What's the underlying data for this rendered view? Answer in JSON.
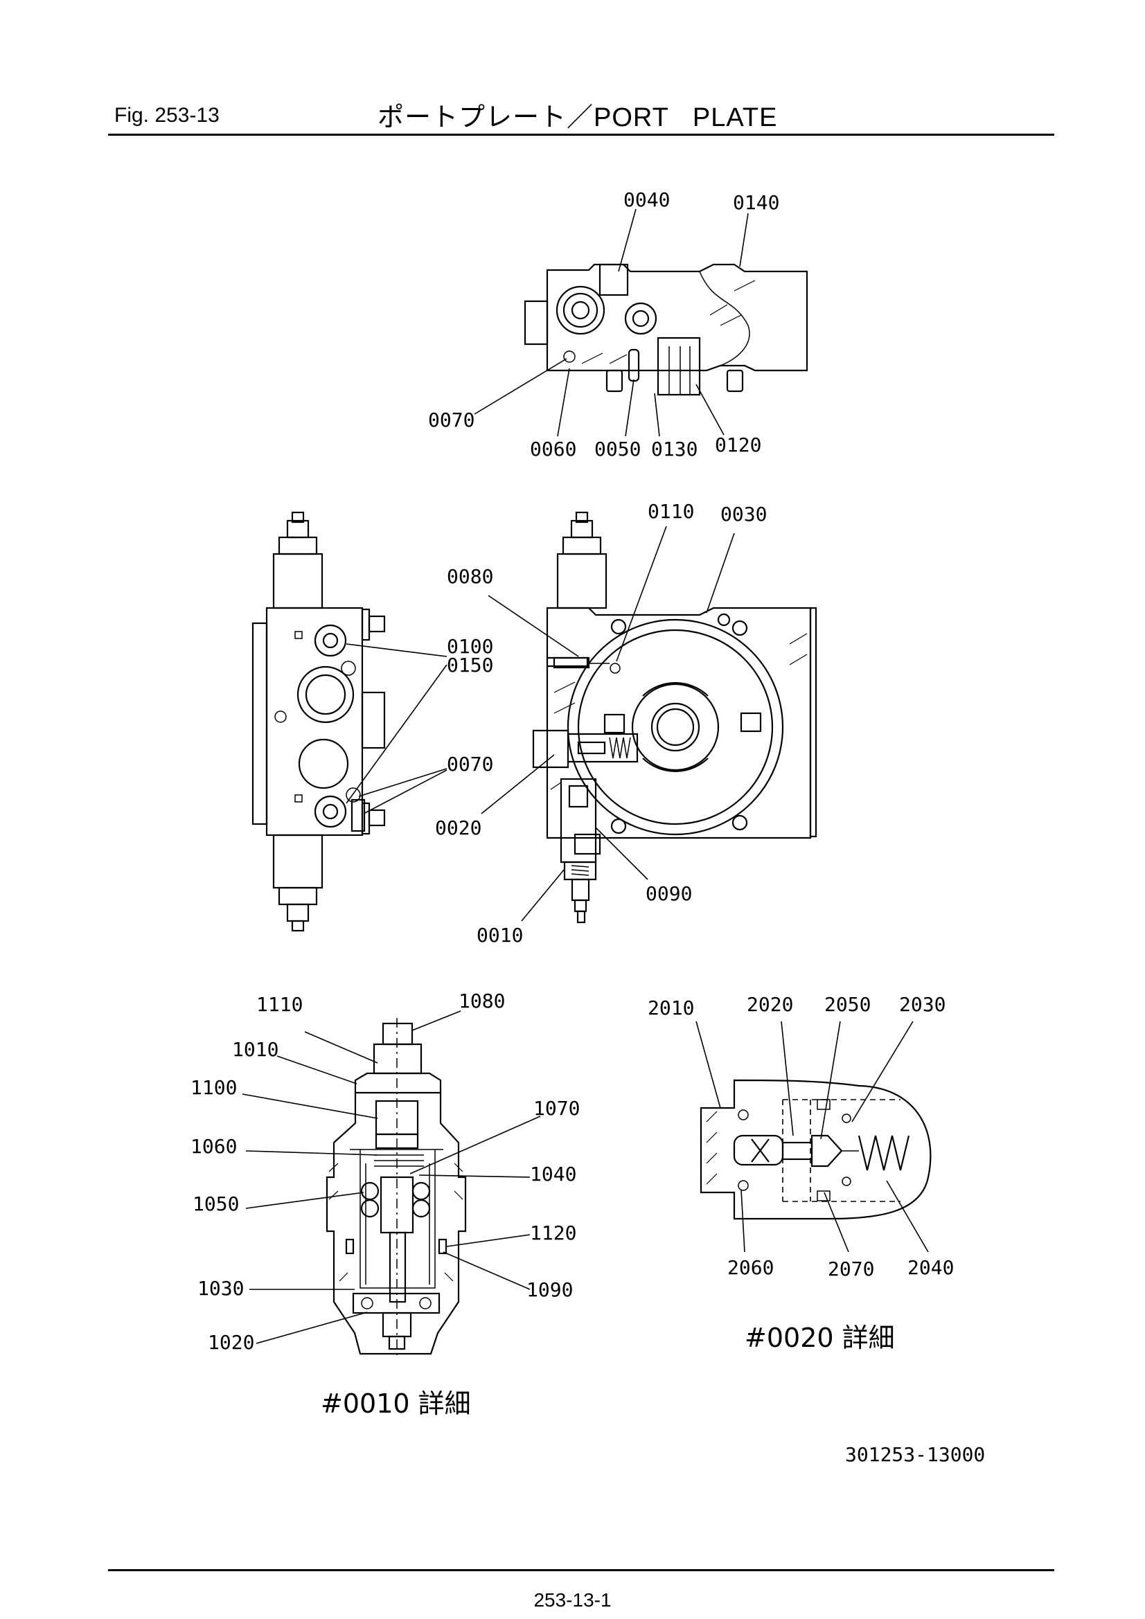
{
  "header": {
    "fig_label": "Fig.  253-13",
    "title": "ポートプレート／PORT   PLATE"
  },
  "footer": {
    "doc_number": "301253-13000",
    "page_number": "253-13-1"
  },
  "detail_captions": {
    "detail_0010": "#0010 詳細",
    "detail_0020": "#0020 詳細"
  },
  "callouts": {
    "top_view": [
      "0040",
      "0140",
      "0070",
      "0060",
      "0050",
      "0130",
      "0120"
    ],
    "side_view": [
      "0100",
      "0150",
      "0070",
      "0020"
    ],
    "front_view": [
      "0110",
      "0030",
      "0080",
      "0090",
      "0010"
    ],
    "detail_0010": [
      "1110",
      "1080",
      "1010",
      "1100",
      "1070",
      "1060",
      "1040",
      "1050",
      "1120",
      "1030",
      "1090",
      "1020"
    ],
    "detail_0020": [
      "2010",
      "2020",
      "2050",
      "2030",
      "2060",
      "2070",
      "2040"
    ]
  }
}
